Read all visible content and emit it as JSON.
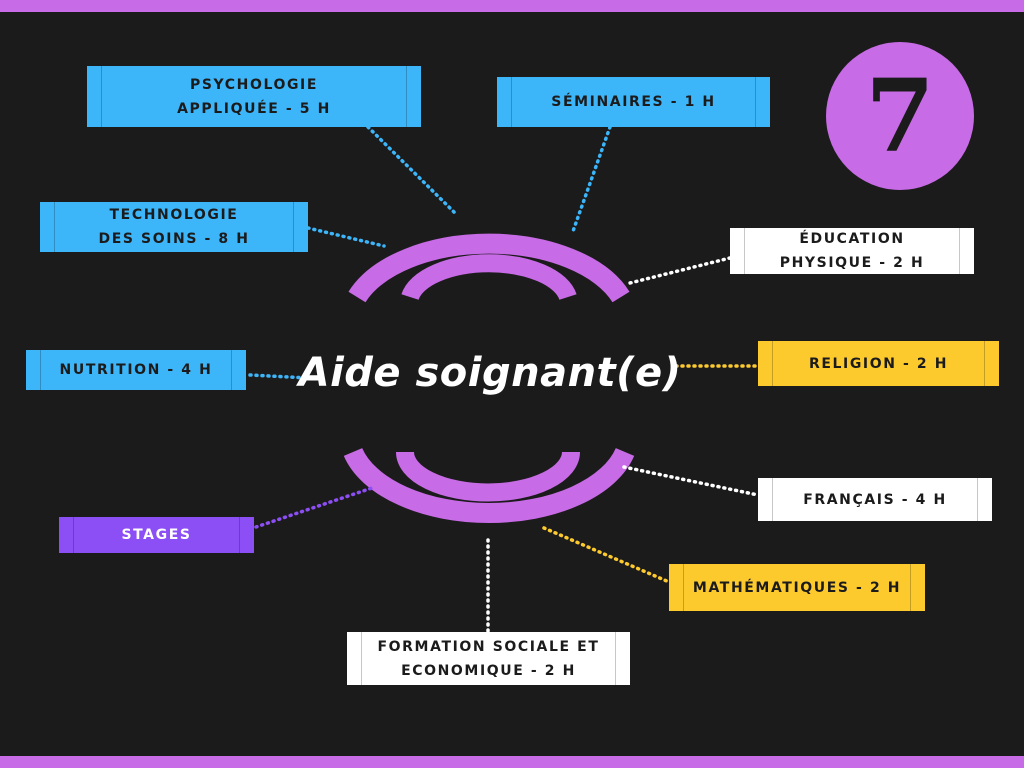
{
  "title": "Aide soignant(e)",
  "badge_number": "7",
  "colors": {
    "background": "#1c1b1c",
    "accent_purple": "#c86be6",
    "blue": "#3db5f9",
    "yellow": "#fdca2e",
    "white": "#ffffff",
    "violet": "#8c4ff5"
  },
  "subjects": [
    {
      "id": "psychologie",
      "label": "PSYCHOLOGIE\nAPPLIQUÉE - 5 H",
      "color": "blue"
    },
    {
      "id": "seminaires",
      "label": "SÉMINAIRES - 1 H",
      "color": "blue"
    },
    {
      "id": "technologie",
      "label": "TECHNOLOGIE\nDES SOINS - 8 H",
      "color": "blue"
    },
    {
      "id": "education",
      "label": "ÉDUCATION\nPHYSIQUE - 2 H",
      "color": "white"
    },
    {
      "id": "nutrition",
      "label": "NUTRITION - 4 H",
      "color": "blue"
    },
    {
      "id": "religion",
      "label": "RELIGION - 2 H",
      "color": "yellow"
    },
    {
      "id": "francais",
      "label": "FRANÇAIS - 4 H",
      "color": "white"
    },
    {
      "id": "stages",
      "label": "STAGES",
      "color": "violet"
    },
    {
      "id": "mathematiques",
      "label": "MATHÉMATIQUES - 2 H",
      "color": "yellow"
    },
    {
      "id": "formation",
      "label": "FORMATION SOCIALE ET\nECONOMIQUE - 2 H",
      "color": "white"
    }
  ]
}
